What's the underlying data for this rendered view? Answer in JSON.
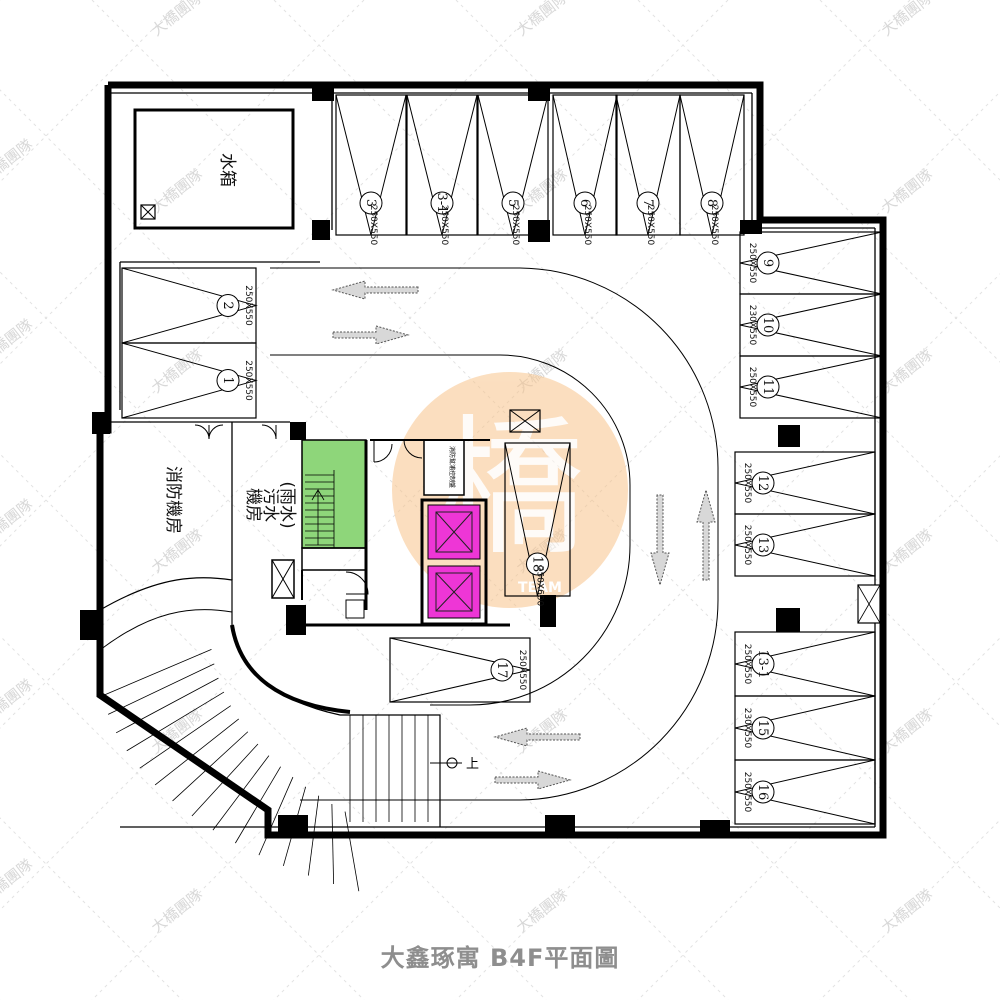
{
  "title": "大鑫琢寓 B4F平面圖",
  "watermark": "大橋團隊",
  "logo": {
    "team_text": "TEAM",
    "glyph": "橋",
    "color": "#f6b06a"
  },
  "rooms": {
    "water_tank": "水箱",
    "fire_pump_room": "消防機房",
    "sewage_room_line1": "(雨水)",
    "sewage_room_line2": "污水",
    "sewage_room_line3": "機房",
    "ramp_up_label": "上",
    "meter_label": "消防幫浦控制盤"
  },
  "colors": {
    "stair": "#8ed67a",
    "elevator": "#ee36d6",
    "wall": "#000000",
    "arrow": "#7a7a7a"
  },
  "parking": [
    {
      "no": "1",
      "size": "250X550"
    },
    {
      "no": "2",
      "size": "250X550"
    },
    {
      "no": "3",
      "size": "250X550"
    },
    {
      "no": "3-1",
      "size": "250X550"
    },
    {
      "no": "5",
      "size": "250X550"
    },
    {
      "no": "6",
      "size": "250X550"
    },
    {
      "no": "7",
      "size": "250X550"
    },
    {
      "no": "8",
      "size": "250X550"
    },
    {
      "no": "9",
      "size": "250X550"
    },
    {
      "no": "10",
      "size": "230X550"
    },
    {
      "no": "11",
      "size": "250X550"
    },
    {
      "no": "12",
      "size": "250X550"
    },
    {
      "no": "13",
      "size": "250X550"
    },
    {
      "no": "13-1",
      "size": "250X550"
    },
    {
      "no": "15",
      "size": "230X550"
    },
    {
      "no": "16",
      "size": "250X550"
    },
    {
      "no": "17",
      "size": "250X550"
    },
    {
      "no": "18",
      "size": "250X600"
    }
  ]
}
